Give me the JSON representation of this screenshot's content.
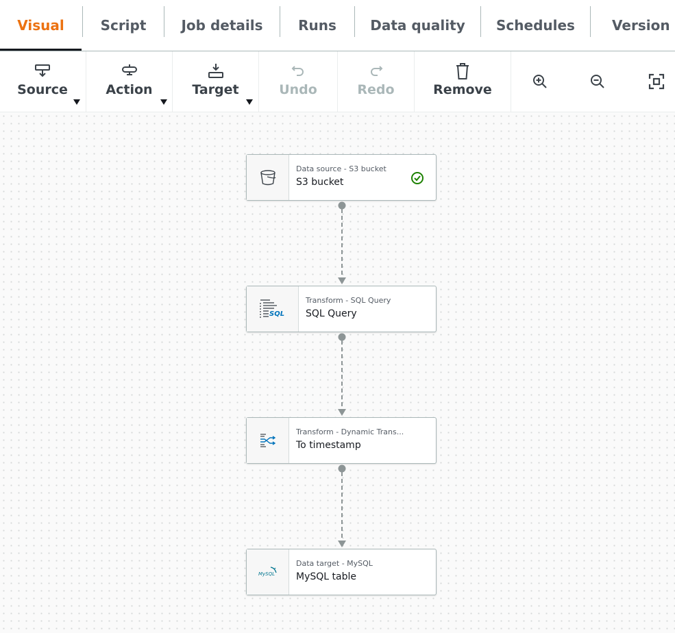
{
  "tabs": [
    {
      "label": "Visual",
      "active": true
    },
    {
      "label": "Script"
    },
    {
      "label": "Job details"
    },
    {
      "label": "Runs"
    },
    {
      "label": "Data quality"
    },
    {
      "label": "Schedules"
    },
    {
      "label": "Version C"
    }
  ],
  "toolbar": {
    "source_label": "Source",
    "action_label": "Action",
    "target_label": "Target",
    "undo_label": "Undo",
    "redo_label": "Redo",
    "remove_label": "Remove",
    "icons": [
      "source-icon",
      "action-icon",
      "target-icon",
      "undo-icon",
      "redo-icon",
      "trash-icon",
      "zoom-in-icon",
      "zoom-out-icon",
      "fit-view-icon"
    ]
  },
  "nodes": [
    {
      "type": "Data source - S3 bucket",
      "name": "S3 bucket",
      "icon": "s3-bucket-icon",
      "status": "success"
    },
    {
      "type": "Transform - SQL Query",
      "name": "SQL Query",
      "icon": "sql-query-icon"
    },
    {
      "type": "Transform - Dynamic Trans...",
      "name": "To timestamp",
      "icon": "dynamic-transform-icon"
    },
    {
      "type": "Data target - MySQL",
      "name": "MySQL table",
      "icon": "mysql-icon",
      "icon_text": "MySQL"
    }
  ],
  "colors": {
    "active_tab": "#ec7211",
    "success": "#1d8102",
    "edge": "#8d9596",
    "sql_blue": "#0073bb"
  }
}
